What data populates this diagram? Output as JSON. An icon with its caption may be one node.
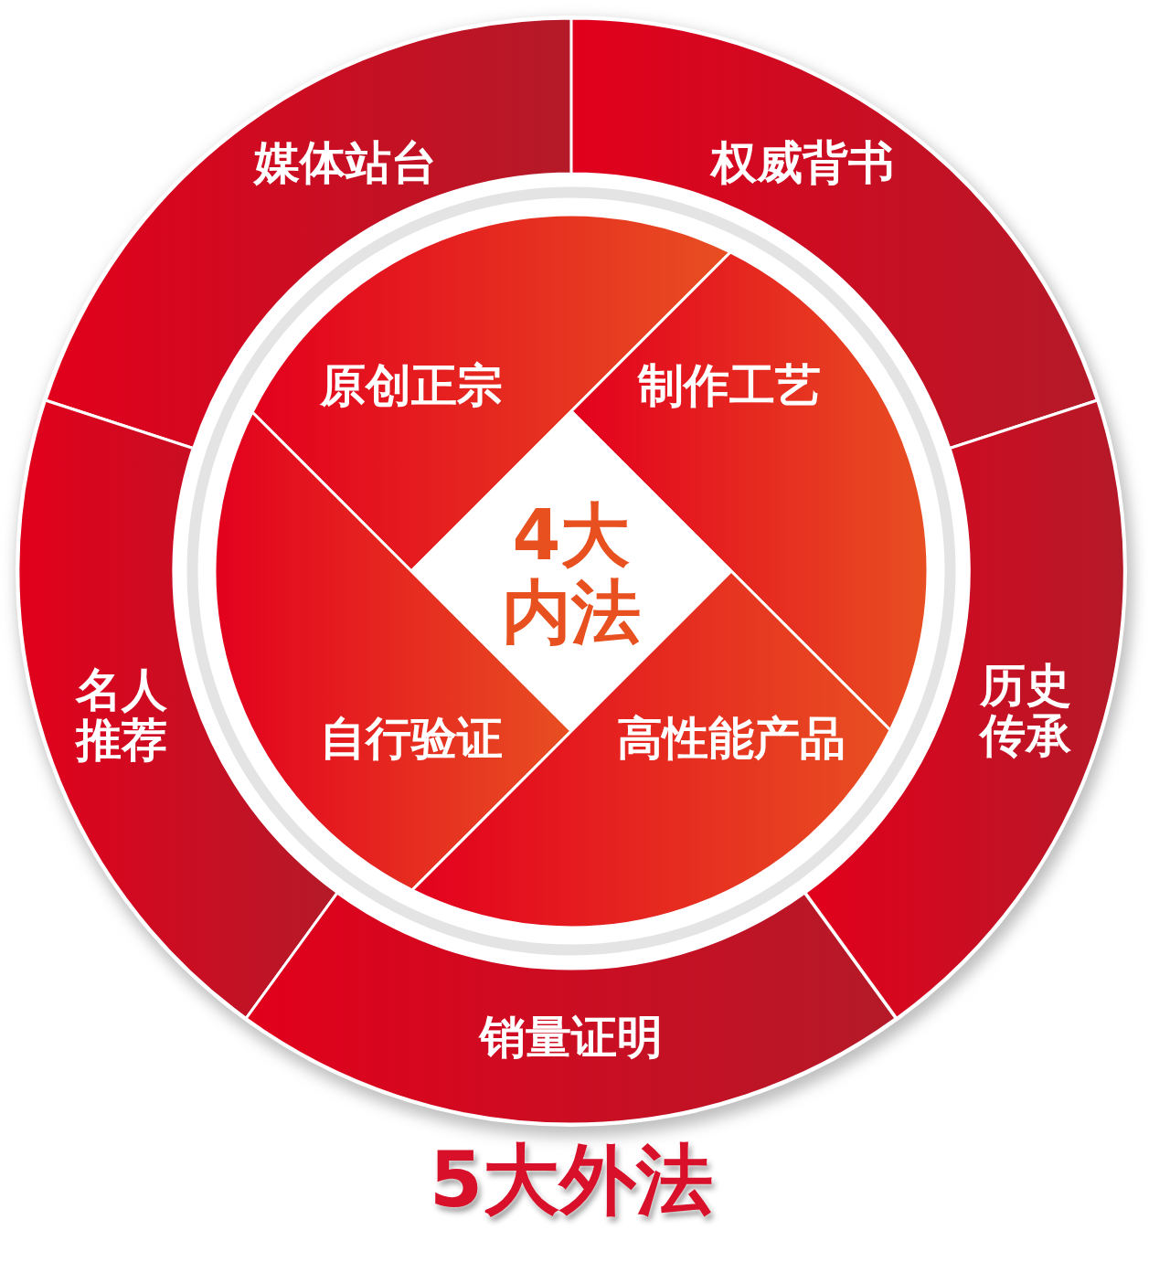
{
  "diagram": {
    "title": "5大外法",
    "nodes": [
      {
        "text": [
          "媒体站台"
        ]
      },
      {
        "text": [
          "权威背书"
        ]
      },
      {
        "text": [
          "原创正宗"
        ]
      },
      {
        "text": [
          "制作工艺"
        ]
      },
      {
        "text": [
          "4大内法"
        ]
      },
      {
        "text": [
          "名人推荐"
        ]
      },
      {
        "text": [
          "历史传承"
        ]
      },
      {
        "text": [
          "自行验证"
        ]
      },
      {
        "text": [
          "高性能产品"
        ]
      },
      {
        "text": [
          "销量证明"
        ]
      }
    ]
  }
}
